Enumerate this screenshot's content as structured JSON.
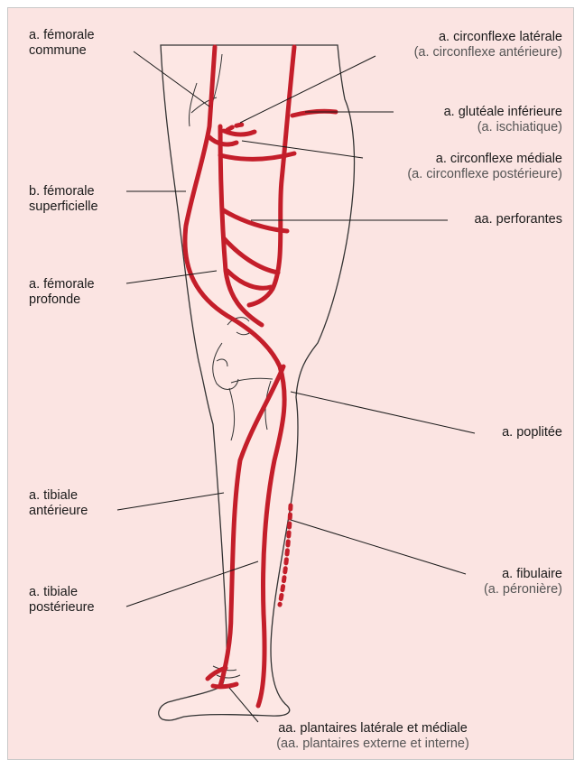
{
  "colors": {
    "background": "#fbe4e2",
    "skin": "#fde7e4",
    "artery": "#c41e2a",
    "outline": "#333333",
    "leader": "#1a1a1a"
  },
  "labels": {
    "femorale_commune": [
      "a. fémorale",
      "commune"
    ],
    "femorale_superficielle": [
      "b. fémorale",
      "superficielle"
    ],
    "femorale_profonde": [
      "a. fémorale",
      "profonde"
    ],
    "tibiale_anterieure": [
      "a. tibiale",
      "antérieure"
    ],
    "tibiale_posterieure": [
      "a. tibiale",
      "postérieure"
    ],
    "circonflexe_laterale": {
      "name": "a. circonflexe latérale",
      "alt": "(a. circonflexe antérieure)"
    },
    "glutéale_inferieure": {
      "name": "a. glutéale inférieure",
      "alt": "(a. ischiatique)"
    },
    "circonflexe_mediale": {
      "name": "a. circonflexe médiale",
      "alt": "(a. circonflexe postérieure)"
    },
    "perforantes": {
      "name": "aa. perforantes"
    },
    "poplitee": {
      "name": "a. poplitée"
    },
    "fibulaire": {
      "name": "a. fibulaire",
      "alt": "(a. péronière)"
    },
    "plantaires": {
      "name": "aa. plantaires latérale et médiale",
      "alt": "(aa. plantaires externe et interne)"
    }
  }
}
